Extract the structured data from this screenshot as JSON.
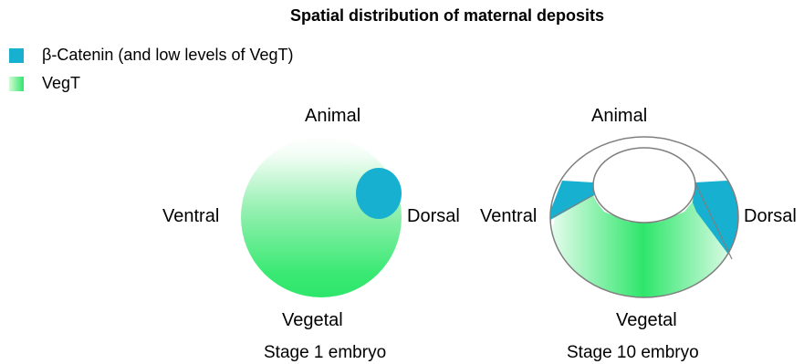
{
  "title": "Spatial distribution of maternal deposits",
  "legend": {
    "items": [
      {
        "label": "β-Catenin (and low levels of VegT)",
        "color": "#17b0d1"
      },
      {
        "label": "VegT",
        "color": "#2ee66b"
      }
    ]
  },
  "embryo1": {
    "animal": "Animal",
    "ventral": "Ventral",
    "dorsal": "Dorsal",
    "vegetal": "Vegetal",
    "caption": "Stage 1 embryo"
  },
  "embryo10": {
    "animal": "Animal",
    "ventral": "Ventral",
    "dorsal": "Dorsal",
    "vegetal": "Vegetal",
    "caption": "Stage 10 embryo"
  }
}
